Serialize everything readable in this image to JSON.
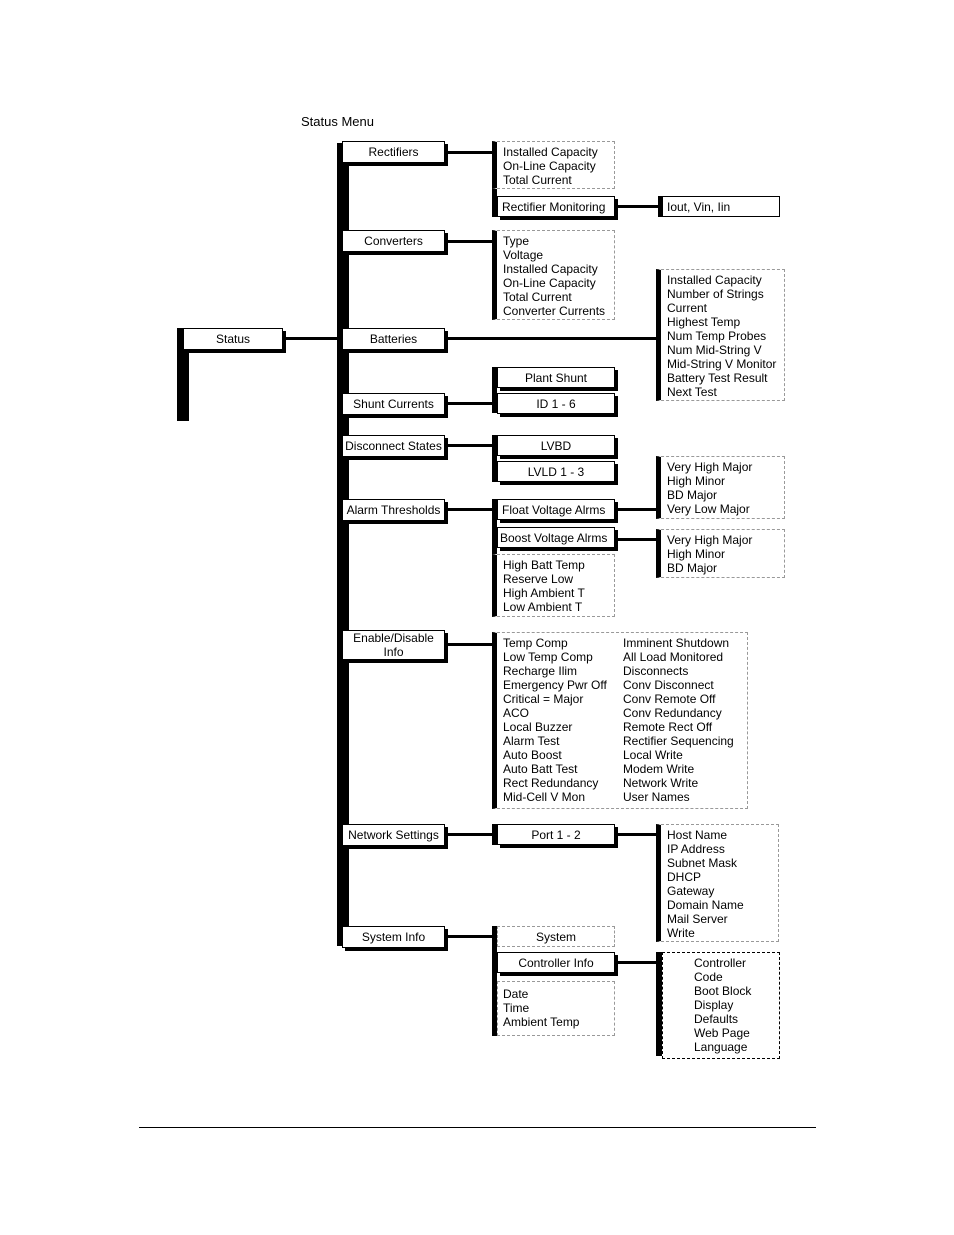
{
  "title": "Status Menu",
  "root": "Status",
  "rectifiers": {
    "label": "Rectifiers",
    "items": [
      "Installed Capacity",
      "On-Line Capacity",
      "Total Current"
    ],
    "monitoring": "Rectifier Monitoring",
    "monitoring_detail": "Iout, Vin, Iin"
  },
  "converters": {
    "label": "Converters",
    "items": [
      "Type",
      "Voltage",
      "Installed Capacity",
      "On-Line Capacity",
      "Total Current",
      "Converter Currents"
    ]
  },
  "batteries": {
    "label": "Batteries",
    "items": [
      "Installed Capacity",
      "Number of Strings",
      "Current",
      "Highest Temp",
      "Num Temp Probes",
      "Num Mid-String V",
      "Mid-String V Monitor",
      "Battery Test Result",
      "Next Test"
    ]
  },
  "shunt_currents": {
    "label": "Shunt Currents",
    "plant_shunt": "Plant Shunt",
    "id": "ID 1 - 6"
  },
  "disconnect_states": {
    "label": "Disconnect States",
    "lvbd": "LVBD",
    "lvld": "LVLD 1 - 3"
  },
  "alarm_thresholds": {
    "label": "Alarm Thresholds",
    "float": "Float Voltage Alrms",
    "float_items": [
      "Very High Major",
      "High Minor",
      "BD Major",
      "Very Low Major"
    ],
    "boost": "Boost Voltage Alrms",
    "boost_items": [
      "Very High Major",
      "High Minor",
      "BD Major"
    ],
    "temp_items": [
      "High Batt Temp",
      "Reserve Low",
      "High Ambient T",
      "Low Ambient T"
    ]
  },
  "enable_disable": {
    "label_line1": "Enable/Disable",
    "label_line2": "Info",
    "col1": [
      "Temp Comp",
      "Low Temp Comp",
      "Recharge Ilim",
      "Emergency Pwr Off",
      "Critical = Major",
      "ACO",
      "Local Buzzer",
      "Alarm Test",
      "Auto Boost",
      "Auto Batt Test",
      "Rect Redundancy",
      "Mid-Cell V Mon"
    ],
    "col2": [
      "Imminent Shutdown",
      "All Load Monitored",
      "Disconnects",
      "Conv Disconnect",
      "Conv Remote Off",
      "Conv Redundancy",
      "Remote Rect Off",
      "Rectifier Sequencing",
      "Local Write",
      "Modem Write",
      "Network Write",
      "User Names"
    ]
  },
  "network_settings": {
    "label": "Network Settings",
    "port": "Port 1 - 2",
    "items": [
      "Host Name",
      "IP Address",
      "Subnet Mask",
      "DHCP",
      "Gateway",
      "Domain Name",
      "Mail Server",
      "Write"
    ]
  },
  "system_info": {
    "label": "System Info",
    "system": "System",
    "controller_info": "Controller Info",
    "controller_items": [
      "Controller",
      "Code",
      "Boot Block",
      "Display",
      "Defaults",
      "Web Page",
      "Language"
    ],
    "date_items": [
      "Date",
      "Time",
      "Ambient Temp"
    ]
  }
}
